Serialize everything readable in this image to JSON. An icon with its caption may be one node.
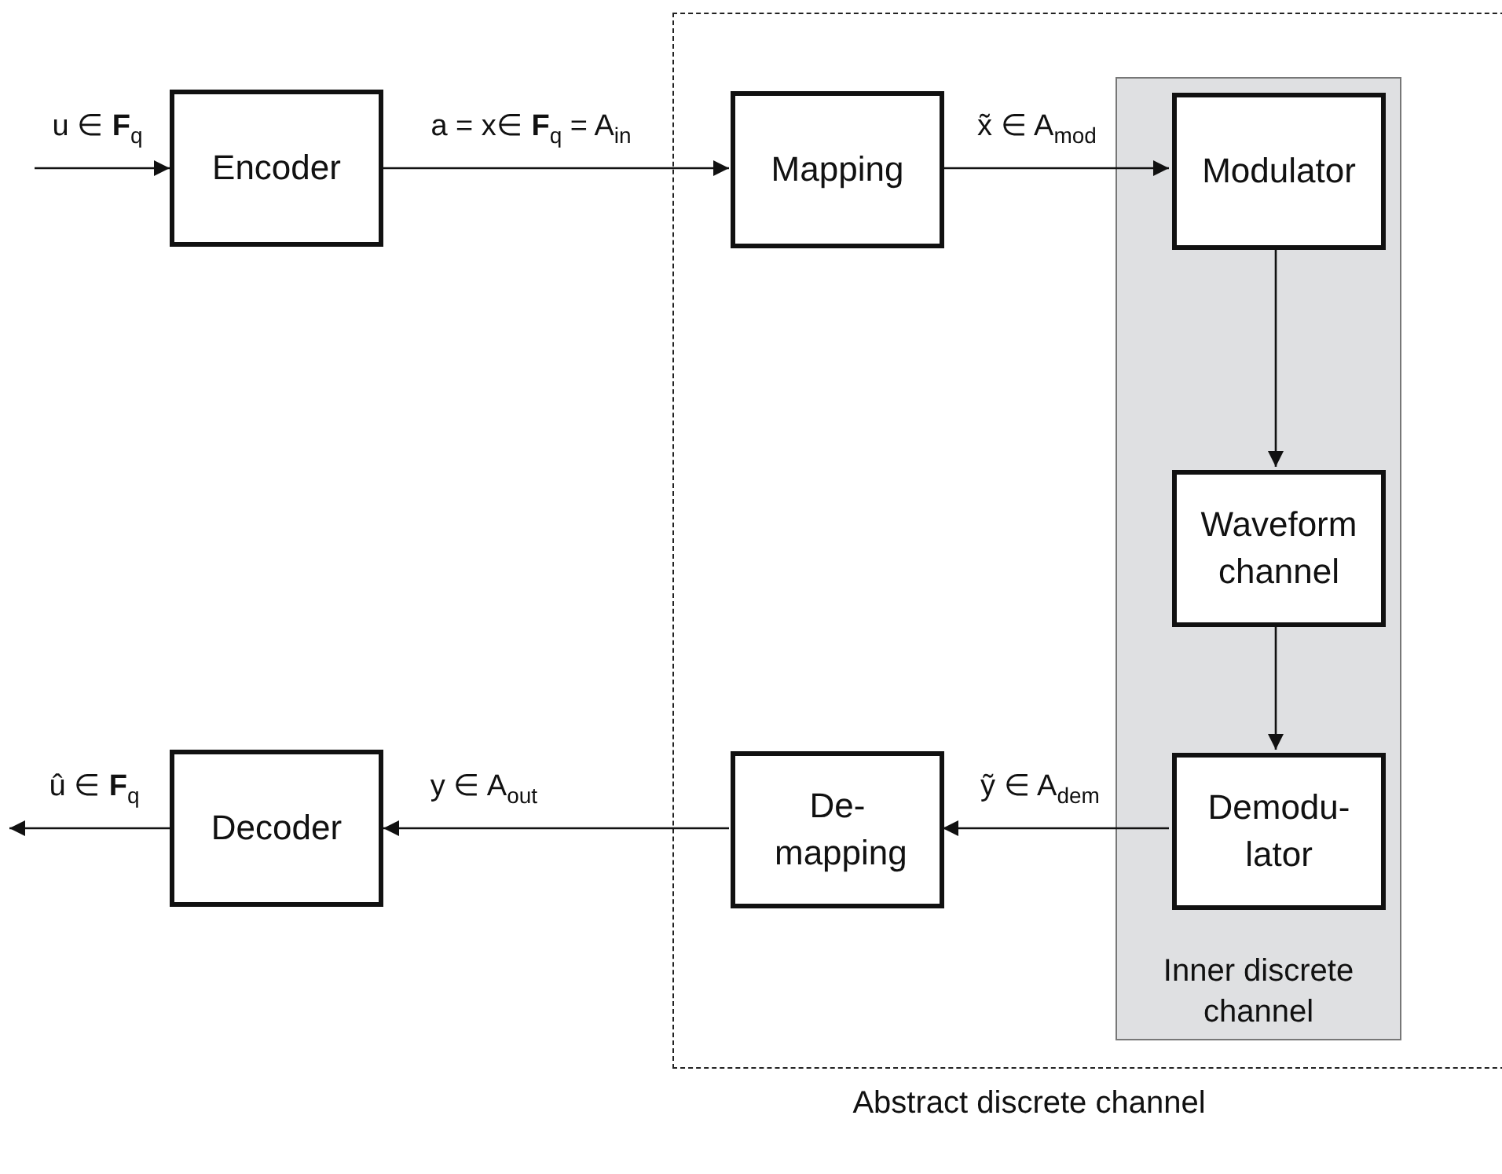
{
  "diagram": {
    "nodes": [
      {
        "text": [
          "Abstract discrete channel"
        ]
      },
      {
        "text": [
          "Inner discrete channel"
        ],
        "in": 0
      },
      {
        "text": [
          "Encoder"
        ]
      },
      {
        "text": [
          "Mapping"
        ],
        "in": 0
      },
      {
        "text": [
          "Modulator"
        ],
        "in": 1
      },
      {
        "text": [
          "Waveform channel"
        ],
        "in": 1
      },
      {
        "text": [
          "Demodu- lator"
        ],
        "in": 1
      },
      {
        "text": [
          "De- mapping"
        ],
        "in": 0
      },
      {
        "text": [
          "Decoder"
        ]
      }
    ],
    "edges": [
      {
        "from": null,
        "to": 2,
        "arrow": "to",
        "label": "u ∈ **F**$_{q}$"
      },
      {
        "from": 2,
        "to": 3,
        "arrow": "to",
        "label": "a = x∈ **F**$_{q}$ = A$_{in}$"
      },
      {
        "from": 3,
        "to": 4,
        "arrow": "to",
        "label": "x̃ ∈ A$_{mod}$"
      },
      {
        "from": 4,
        "to": 5,
        "arrow": "to"
      },
      {
        "from": 5,
        "to": 6,
        "arrow": "to"
      },
      {
        "from": 6,
        "to": 7,
        "arrow": "to",
        "label": "ỹ ∈ A$_{dem}$"
      },
      {
        "from": 7,
        "to": 8,
        "arrow": "to",
        "label": "y ∈ A$_{out}$"
      },
      {
        "from": 8,
        "to": null,
        "arrow": "to",
        "label": "û ∈ **F**$_{q}$"
      }
    ]
  }
}
